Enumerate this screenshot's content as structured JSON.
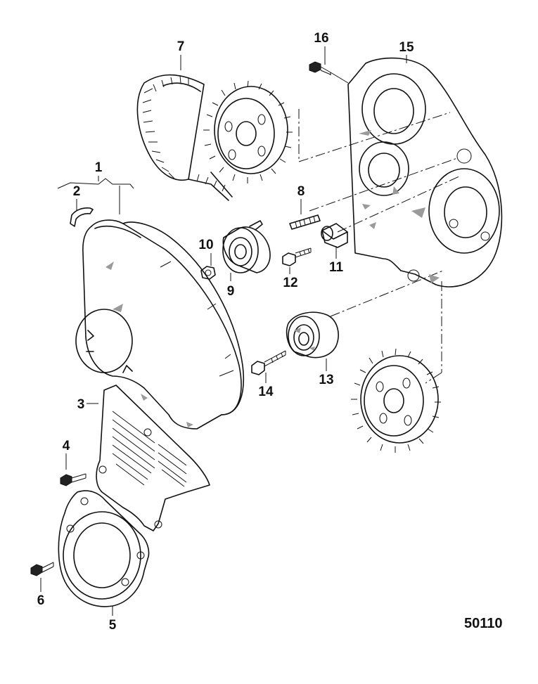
{
  "figure_id": "50110",
  "parts": [
    {
      "number": "1",
      "name": "timing-belt-cover-outer"
    },
    {
      "number": "2",
      "name": "clip"
    },
    {
      "number": "3",
      "name": "timing-belt-cover-lower"
    },
    {
      "number": "4",
      "name": "screw"
    },
    {
      "number": "5",
      "name": "cover-plate"
    },
    {
      "number": "6",
      "name": "screw"
    },
    {
      "number": "7",
      "name": "timing-belt"
    },
    {
      "number": "8",
      "name": "stud"
    },
    {
      "number": "9",
      "name": "tensioner-pulley"
    },
    {
      "number": "10",
      "name": "nut"
    },
    {
      "number": "11",
      "name": "spacer"
    },
    {
      "number": "12",
      "name": "bolt"
    },
    {
      "number": "13",
      "name": "idler-pulley"
    },
    {
      "number": "14",
      "name": "bolt"
    },
    {
      "number": "15",
      "name": "timing-belt-cover-inner"
    },
    {
      "number": "16",
      "name": "screw"
    }
  ]
}
